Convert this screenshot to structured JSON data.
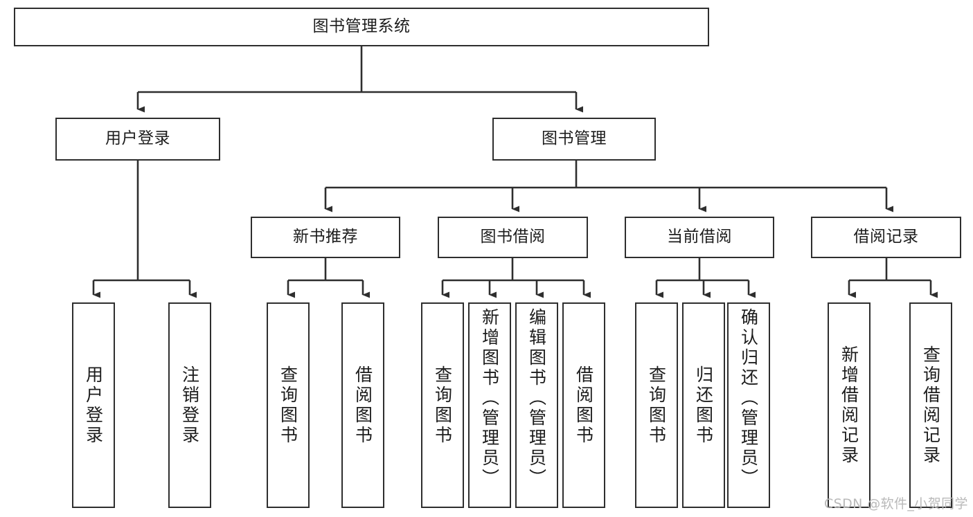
{
  "diagram": {
    "title": "图书管理系统",
    "type": "tree",
    "colors": {
      "border": "#2e2e2e",
      "fill": "#ffffff",
      "text": "#1c1c1c",
      "edge": "#2e2e2e",
      "watermark": "#b9b9b9"
    },
    "nodes": {
      "root": {
        "label": "图书管理系统"
      },
      "level2": [
        {
          "label": "用户登录"
        },
        {
          "label": "图书管理"
        }
      ],
      "level3": [
        {
          "label": "新书推荐"
        },
        {
          "label": "图书借阅"
        },
        {
          "label": "当前借阅"
        },
        {
          "label": "借阅记录"
        }
      ],
      "leaves": {
        "user_login": [
          {
            "label": "用户登录"
          },
          {
            "label": "注销登录"
          }
        ],
        "new_book_recommend": [
          {
            "label": "查询图书"
          },
          {
            "label": "借阅图书"
          }
        ],
        "book_borrow": [
          {
            "label": "查询图书"
          },
          {
            "label": "新增图书（管理员）"
          },
          {
            "label": "编辑图书（管理员）"
          },
          {
            "label": "借阅图书"
          }
        ],
        "current_borrow": [
          {
            "label": "查询图书"
          },
          {
            "label": "归还图书"
          },
          {
            "label": "确认归还（管理员）"
          }
        ],
        "borrow_record": [
          {
            "label": "新增借阅记录"
          },
          {
            "label": "查询借阅记录"
          }
        ]
      }
    },
    "watermark": "CSDN @软件_小贺同学"
  }
}
